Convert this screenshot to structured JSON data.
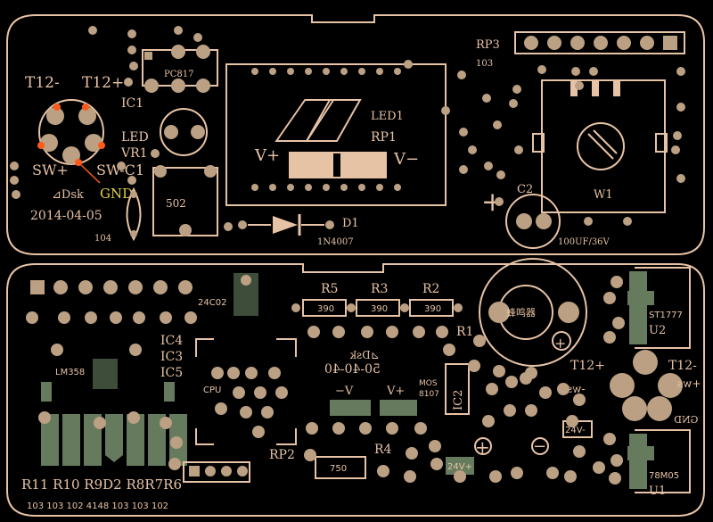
{
  "colors": {
    "background": "#000000",
    "silkscreen": "#e7c3a6",
    "pad": "#bba083",
    "green_pad": "#667b5d",
    "marker": "#ff5a1a",
    "gnd_label": "#e0d24a"
  },
  "top_board": {
    "labels": {
      "t12_minus": "T12-",
      "t12_plus": "T12+",
      "ic1": "IC1",
      "pc817": "PC817",
      "led": "LED",
      "vr1": "VR1",
      "sw_plus": "SW+",
      "sw_minus_c1": "SW-C1",
      "gnd": "GND",
      "logo": "⊿Dsk",
      "date": "2014-04-05",
      "c104": "104",
      "r502": "502",
      "led1": "LED1",
      "rp1": "RP1",
      "v_plus": "V+",
      "v_minus": "V−",
      "d1": "D1",
      "in4007": "1N4007",
      "rp3": "RP3",
      "rp3_value": "103",
      "c2": "C2",
      "cap_value": "100UF/36V",
      "w1": "W1",
      "c2_plus": "+"
    }
  },
  "bottom_board": {
    "labels": {
      "ic24c02": "24C02",
      "ic4": "IC4",
      "ic3": "IC3",
      "ic5": "IC5",
      "cpu": "CPU",
      "lm358": "LM358",
      "r5": "R5",
      "r3": "R3",
      "r2": "R2",
      "r5_val": "390",
      "r3_val": "390",
      "r2_val": "390",
      "r1": "R1",
      "logo_mir": "⊿Dsk",
      "date_mir": "50-40-40",
      "minus_v": "−V",
      "plus_v": "V+",
      "mos": "MOS",
      "mos_part": "8107",
      "ic2": "IC2",
      "buzzer": "蜂鸣器",
      "st1777": "ST1777",
      "u2": "U2",
      "t12_plus": "T12+",
      "t12_minus": "T12-",
      "sw_minus_mir": "-ws",
      "sw_plus_mir": "+ws",
      "gnd_mir": "GND",
      "v24_minus": "24V-",
      "v24_plus": "24V+",
      "rp2": "RP2",
      "r4": "R4",
      "r750": "750",
      "reg": "78M05",
      "u1": "U1",
      "plus_sym": "+",
      "minus_sym": "−",
      "bottom_refs": "R11 R10 R9D2 R8R7R6",
      "bottom_vals": "103  103  102  4148  103  103  102"
    }
  }
}
